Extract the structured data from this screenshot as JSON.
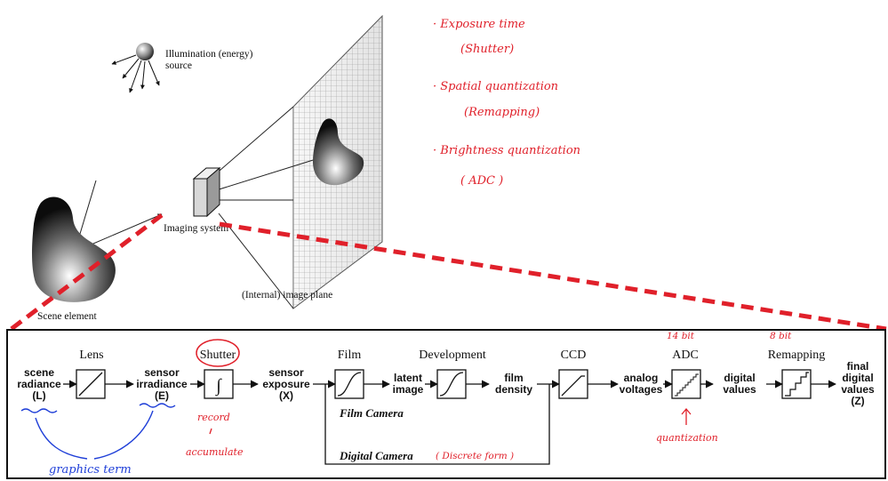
{
  "colors": {
    "ink": "#111111",
    "red_annotation": "#e0202a",
    "blue_annotation": "#1f3fd8",
    "grid": "#999999"
  },
  "icons": {
    "light": "illumination-sphere-icon",
    "camera": "imaging-system-box-icon",
    "lens": "diagonal-line-block-icon",
    "shutter": "integral-block-icon",
    "curve": "s-curve-block-icon",
    "ccd": "linear-ramp-block-icon",
    "adc": "staircase-fine-block-icon",
    "remap": "staircase-coarse-block-icon"
  },
  "scene": {
    "illumination_line1": "Illumination (energy)",
    "illumination_line2": "source",
    "imaging_system": "Imaging system",
    "image_plane": "(Internal) image plane",
    "scene_element": "Scene element"
  },
  "notes": {
    "n1": "· Exposure time",
    "n1b": "(Shutter)",
    "n2": "· Spatial quantization",
    "n2b": "(Remapping)",
    "n3": "· Brightness quantization",
    "n3b": "( ADC )"
  },
  "pipeline": {
    "scene_radiance": [
      "scene",
      "radiance",
      "(L)"
    ],
    "lens": "Lens",
    "sensor_irradiance": [
      "sensor",
      "irradiance",
      "(E)"
    ],
    "shutter": "Shutter",
    "integral": "∫",
    "sensor_exposure": [
      "sensor",
      "exposure",
      "(X)"
    ],
    "film": "Film",
    "latent_image": [
      "latent",
      "image"
    ],
    "development": "Development",
    "film_density": [
      "film",
      "density"
    ],
    "film_camera": "Film Camera",
    "digital_camera": "Digital Camera",
    "ccd": "CCD",
    "analog_voltages": [
      "analog",
      "voltages"
    ],
    "adc": "ADC",
    "digital_values": [
      "digital",
      "values"
    ],
    "remapping": "Remapping",
    "final_digital_values": [
      "final",
      "digital",
      "values",
      "(Z)"
    ]
  },
  "annotations": {
    "bits_14": "14 bit",
    "bits_8": "8 bit",
    "record": "record",
    "accumulate": "accumulate",
    "quantization": "quantization",
    "discrete_form": "( Discrete form )",
    "graphics_term": "graphics term"
  }
}
